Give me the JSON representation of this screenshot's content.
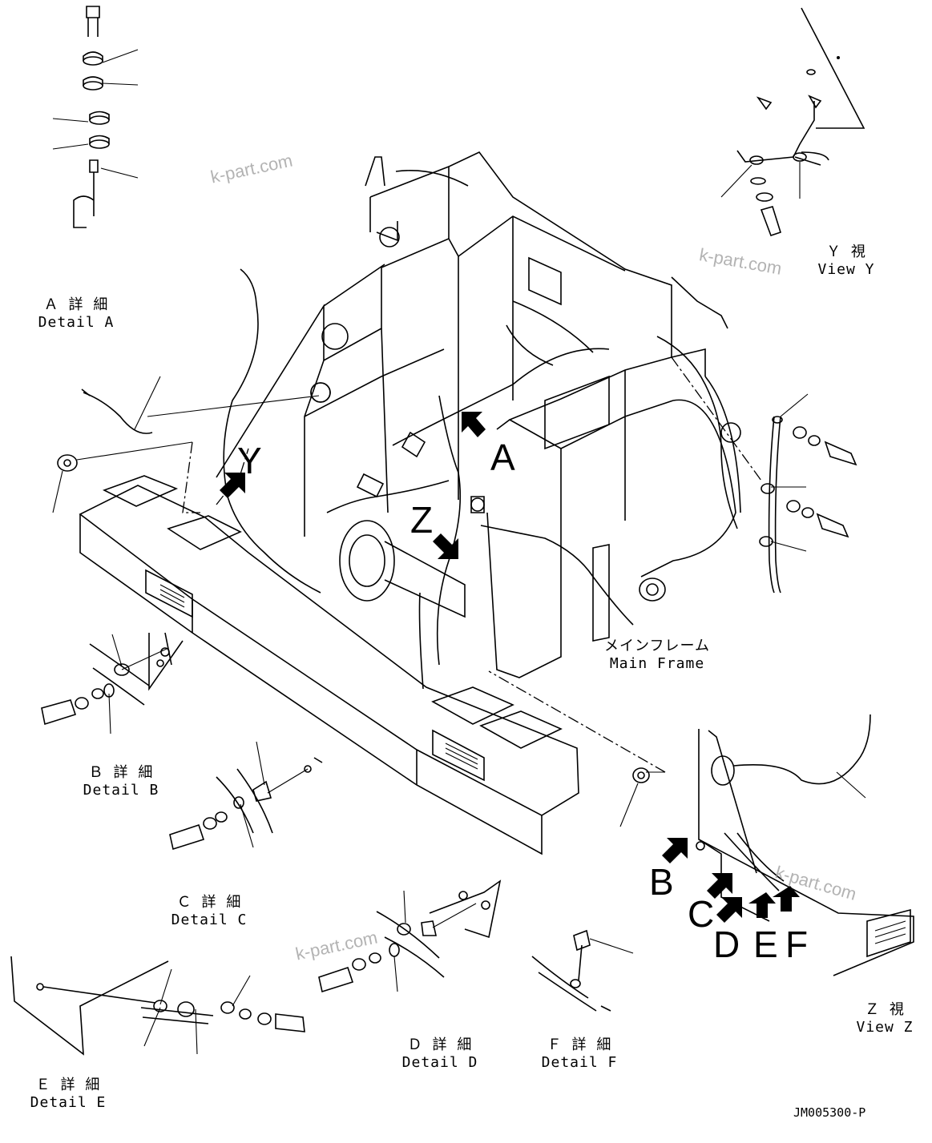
{
  "details": {
    "a": {
      "jp": "Ａ 詳 細",
      "en": "Detail A"
    },
    "b": {
      "jp": "Ｂ 詳 細",
      "en": "Detail B"
    },
    "c": {
      "jp": "Ｃ 詳 細",
      "en": "Detail C"
    },
    "d": {
      "jp": "Ｄ 詳 細",
      "en": "Detail D"
    },
    "e": {
      "jp": "Ｅ 詳 細",
      "en": "Detail E"
    },
    "f": {
      "jp": "Ｆ 詳 細",
      "en": "Detail F"
    }
  },
  "views": {
    "y": {
      "jp": "Ｙ 視",
      "en": "View Y"
    },
    "z": {
      "jp": "Ｚ 視",
      "en": "View Z"
    }
  },
  "main_frame": {
    "jp": "メインフレーム",
    "en": "Main Frame"
  },
  "callouts": {
    "a": "A",
    "y": "Y",
    "z": "Z",
    "b": "B",
    "c": "C",
    "d": "D",
    "e": "E",
    "f": "F"
  },
  "watermark": "k-part.com",
  "drawing_code": "JM005300-P"
}
